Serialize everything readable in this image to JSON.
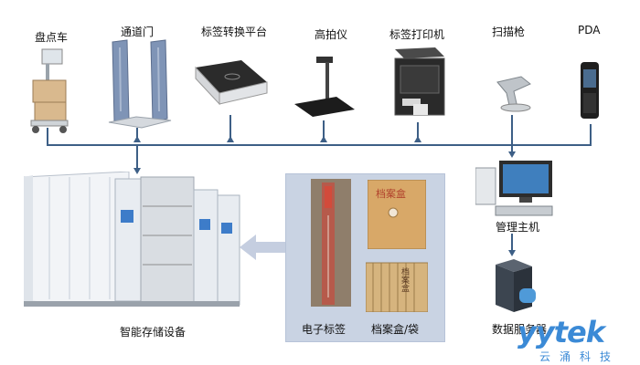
{
  "devices": [
    {
      "label": "盘点车",
      "icon": "inventory-cart-icon"
    },
    {
      "label": "通道门",
      "icon": "rfid-gate-icon"
    },
    {
      "label": "标签转换平台",
      "icon": "tag-conversion-platform-icon"
    },
    {
      "label": "高拍仪",
      "icon": "document-camera-icon"
    },
    {
      "label": "标签打印机",
      "icon": "label-printer-icon"
    },
    {
      "label": "扫描枪",
      "icon": "barcode-scanner-icon"
    },
    {
      "label": "PDA",
      "icon": "pda-icon"
    }
  ],
  "storage": {
    "label": "智能存储设备",
    "icon": "smart-storage-shelving-icon"
  },
  "panel": {
    "label_tag": "电子标签",
    "label_box": "档案盒/袋",
    "box_text": "档案盒"
  },
  "server_side": {
    "host_label": "管理主机",
    "server_label": "数据服务器"
  },
  "brand": {
    "name": "yytek",
    "sub": "云涌科技"
  },
  "colors": {
    "bus": "#3d5f86",
    "brand": "#3b8ad6",
    "panel": "#c9d3e3"
  }
}
